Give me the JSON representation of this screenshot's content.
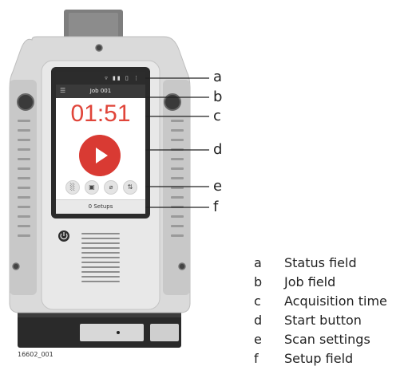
{
  "screen": {
    "status_icons": "▿ ▮▮ ▯ ⋮",
    "menu_icon": "☰",
    "job_title": "Job 001",
    "acquisition_time": "01:51",
    "start_button_icon": "play-icon",
    "scan_setting_icons": [
      "░",
      "▣",
      "⌀",
      "⇅"
    ],
    "setup_text": "0 Setups"
  },
  "callouts": [
    "a",
    "b",
    "c",
    "d",
    "e",
    "f"
  ],
  "legend": [
    {
      "letter": "a",
      "text": "Status field"
    },
    {
      "letter": "b",
      "text": "Job field"
    },
    {
      "letter": "c",
      "text": "Acquisition time"
    },
    {
      "letter": "d",
      "text": "Start button"
    },
    {
      "letter": "e",
      "text": "Scan settings"
    },
    {
      "letter": "f",
      "text": "Setup field"
    }
  ],
  "figure_id": "16602_001",
  "colors": {
    "shell": "#dcdcdc",
    "shell_dark": "#8a8a8a",
    "accent_red": "#d93a33",
    "time_red": "#e0453a"
  }
}
